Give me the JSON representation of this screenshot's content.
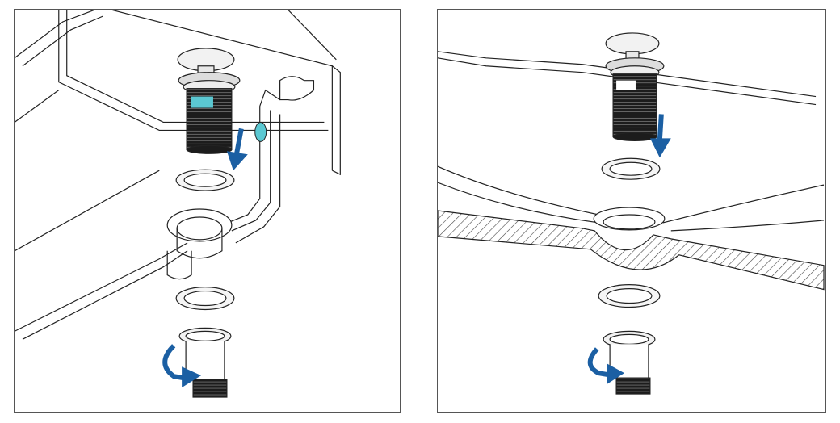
{
  "figure": {
    "panels": [
      {
        "id": "sink-drain-with-overflow",
        "steps": [
          "insert-popup-plug",
          "place-top-gasket",
          "place-bottom-gasket",
          "screw-threaded-body"
        ]
      },
      {
        "id": "basin-drain-section",
        "steps": [
          "insert-popup-plug",
          "place-top-gasket",
          "place-bottom-gasket",
          "screw-threaded-body"
        ]
      }
    ],
    "colors": {
      "line": "#222222",
      "arrow": "#1b5fa3",
      "highlight": "#5bc8d2",
      "thread": "#222222",
      "hatch": "#444444"
    },
    "icons": [
      "down-arrow-icon",
      "rotate-arrow-icon"
    ]
  }
}
